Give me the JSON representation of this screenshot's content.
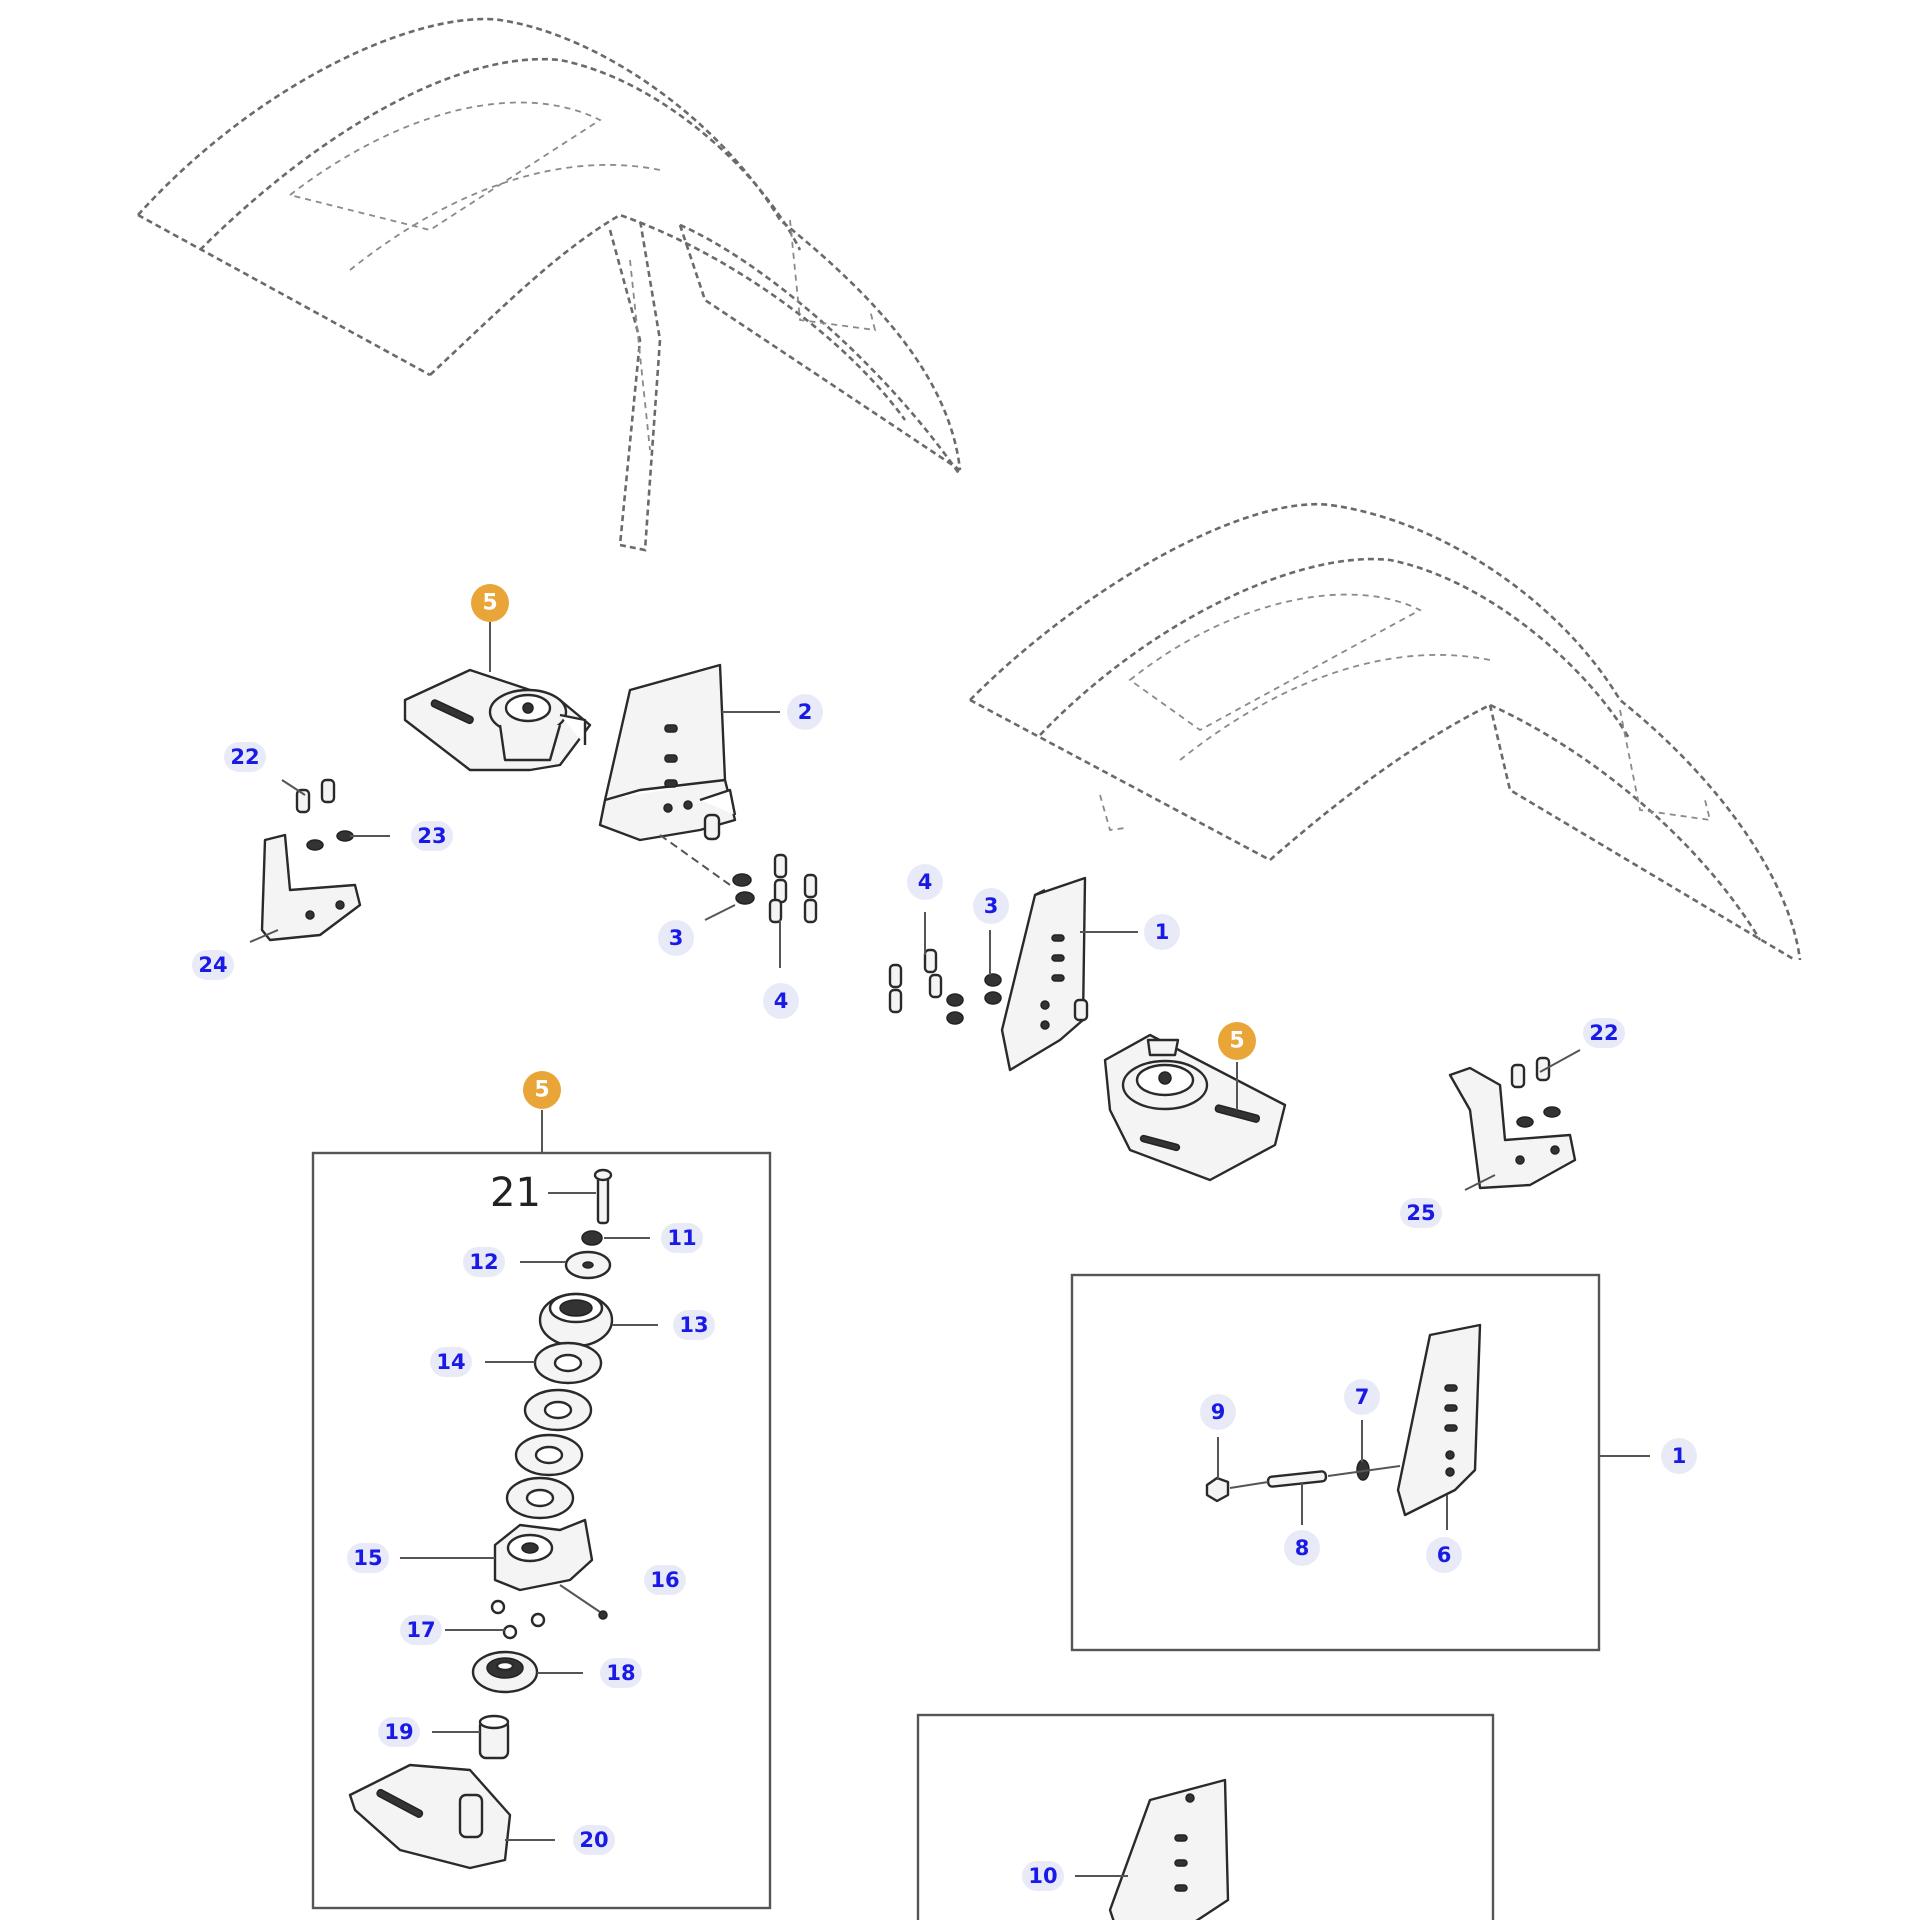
{
  "callouts": {
    "c1": "1",
    "c2": "2",
    "c3": "3",
    "c4": "4",
    "c5": "5",
    "c6": "6",
    "c7": "7",
    "c8": "8",
    "c9": "9",
    "c10": "10",
    "c11": "11",
    "c12": "12",
    "c13": "13",
    "c14": "14",
    "c15": "15",
    "c16": "16",
    "c17": "17",
    "c18": "18",
    "c19": "19",
    "c20": "20",
    "c21": "21",
    "c22": "22",
    "c23": "23",
    "c24": "24",
    "c25": "25"
  },
  "colors": {
    "callout_text": "#1a1ae6",
    "callout_bg": "#e8ebf7",
    "assembly_marker": "#e9a537",
    "line": "#2a2a2a"
  }
}
